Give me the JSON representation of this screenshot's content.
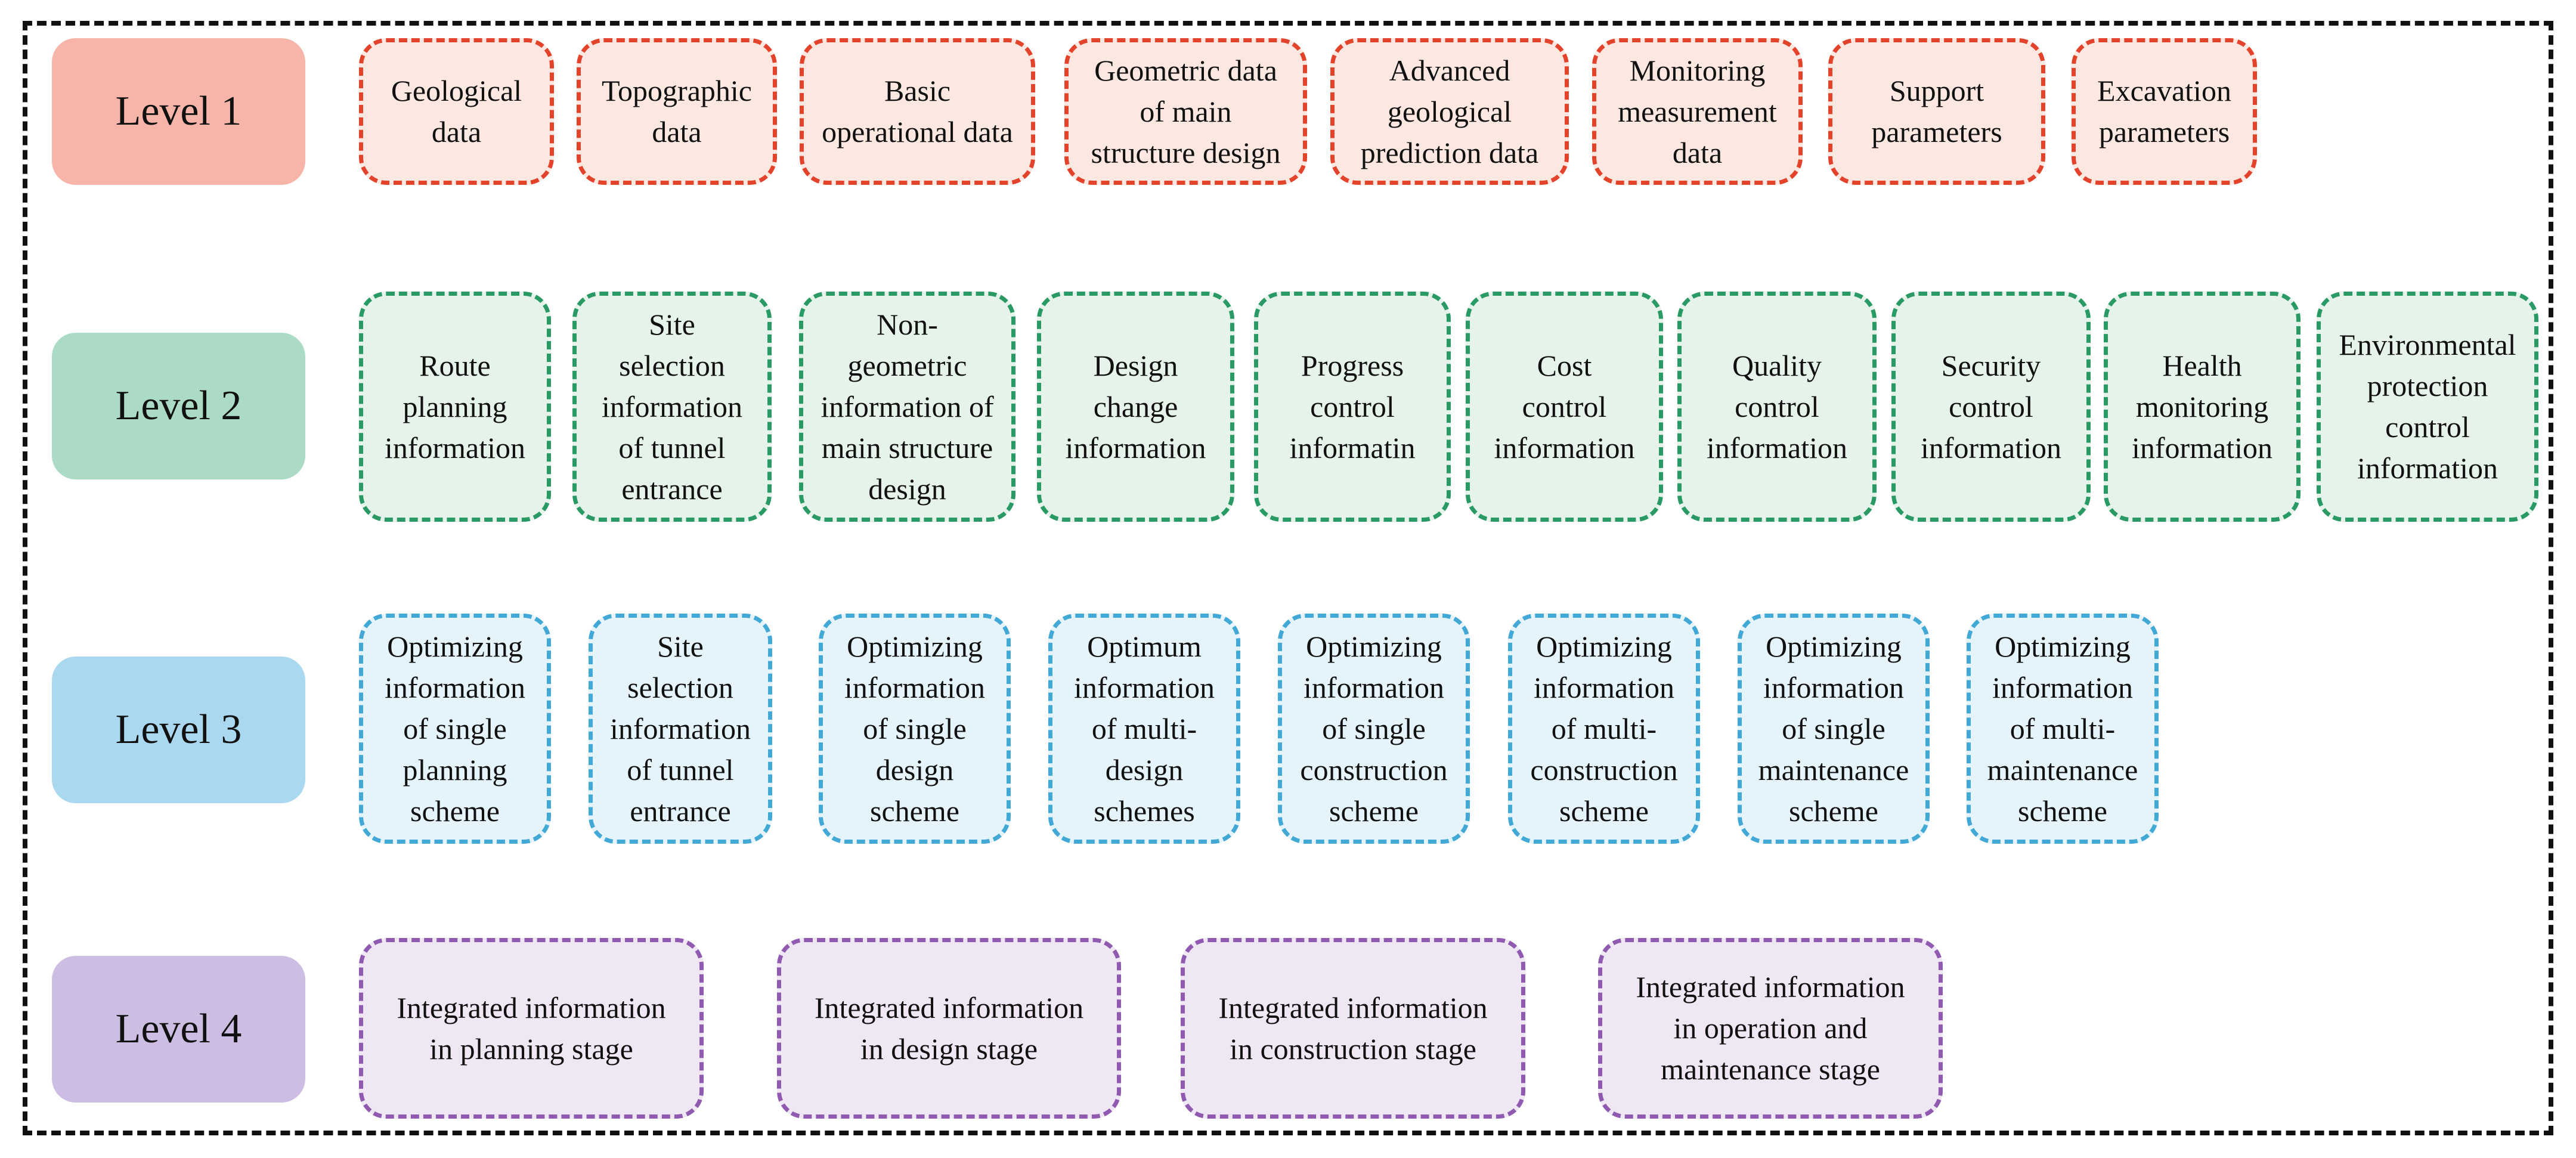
{
  "levels": [
    {
      "label": "Level 1",
      "label_color": "#f6b5a8",
      "box_fill": "#fde8e1",
      "box_border": "#e2432a",
      "items": [
        "Geological\ndata",
        "Topographic\ndata",
        "Basic\noperational data",
        "Geometric data\nof main\nstructure design",
        "Advanced\ngeological\nprediction data",
        "Monitoring\nmeasurement\ndata",
        "Support\nparameters",
        "Excavation\nparameters"
      ]
    },
    {
      "label": "Level 2",
      "label_color": "#acdbc5",
      "box_fill": "#e5f3ea",
      "box_border": "#2a9a64",
      "items": [
        "Route\nplanning\ninformation",
        "Site\nselection\ninformation\nof tunnel\nentrance",
        "Non-\ngeometric\ninformation of\nmain structure\ndesign",
        "Design\nchange\ninformation",
        "Progress\ncontrol\ninformatin",
        "Cost\ncontrol\ninformation",
        "Quality\ncontrol\ninformation",
        "Security\ncontrol\ninformation",
        "Health\nmonitoring\ninformation",
        "Environmental\nprotection\ncontrol\ninformation"
      ]
    },
    {
      "label": "Level 3",
      "label_color": "#aad8f0",
      "box_fill": "#e5f3fb",
      "box_border": "#42a8d6",
      "items": [
        "Optimizing\ninformation\nof single\nplanning\nscheme",
        "Site\nselection\ninformation\nof tunnel\nentrance",
        "Optimizing\ninformation\nof single\ndesign\nscheme",
        "Optimum\ninformation\nof multi-\ndesign\nschemes",
        "Optimizing\ninformation\nof single\nconstruction\nscheme",
        "Optimizing\ninformation\nof multi-\nconstruction\nscheme",
        "Optimizing\ninformation\nof single\nmaintenance\nscheme",
        "Optimizing\ninformation\nof multi-\nmaintenance\nscheme"
      ]
    },
    {
      "label": "Level 4",
      "label_color": "#cdbde2",
      "box_fill": "#efe8f4",
      "box_border": "#8f5ab0",
      "items": [
        "Integrated information\nin planning stage",
        "Integrated information\nin design stage",
        "Integrated information\nin construction stage",
        "Integrated information\nin operation and\nmaintenance stage"
      ]
    }
  ]
}
